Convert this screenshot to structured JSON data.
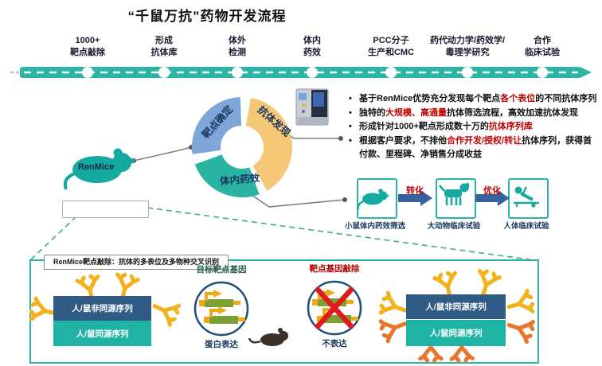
{
  "title": "“千鼠万抗”药物开发流程",
  "timeline": {
    "milestones": [
      {
        "line1": "1000+",
        "line2": "靶点敲除"
      },
      {
        "line1": "形成",
        "line2": "抗体库"
      },
      {
        "line1": "体外",
        "line2": "检测"
      },
      {
        "line1": "体内",
        "line2": "药效"
      },
      {
        "line1": "PCC分子",
        "line2": "生产和CMC"
      },
      {
        "line1": "药代动力学/药效学/",
        "line2": "毒理学研究"
      },
      {
        "line1": "合作",
        "line2": "临床试验"
      }
    ]
  },
  "donut": {
    "segments": [
      {
        "label": "靶点确定",
        "color": "#7EA6D8"
      },
      {
        "label": "抗体发现",
        "color": "#F5C878"
      },
      {
        "label": "体内药效",
        "color": "#29B3A2"
      }
    ]
  },
  "mouse_label": "RenMice",
  "bullets": [
    {
      "parts": [
        {
          "t": "基于RenMice优势充分发现每个靶点",
          "h": false
        },
        {
          "t": "各个表位",
          "h": true
        },
        {
          "t": "的不同抗体序列",
          "h": false
        }
      ]
    },
    {
      "parts": [
        {
          "t": "独特的",
          "h": false
        },
        {
          "t": "大规模、高通量",
          "h": true
        },
        {
          "t": "抗体筛选流程，高效加速抗体发现",
          "h": false
        }
      ]
    },
    {
      "parts": [
        {
          "t": "形成针对1000+靶点形成数十万的",
          "h": false
        },
        {
          "t": "抗体序列库",
          "h": true
        }
      ]
    },
    {
      "parts": [
        {
          "t": "根据客户要求，不排他",
          "h": false
        },
        {
          "t": "合作开发/授权/转让",
          "h": true
        },
        {
          "t": "抗体序列，获得首付款、里程碑、净销售分成收益",
          "h": false
        }
      ]
    }
  ],
  "pipeline": {
    "steps": [
      {
        "label": "小鼠体内药效筛选",
        "icon": "mouse-icon"
      },
      {
        "label": "大动物临床试验",
        "icon": "dog-icon"
      },
      {
        "label": "人体临床试验",
        "icon": "patient-icon"
      }
    ],
    "arrows": [
      {
        "label": "转化"
      },
      {
        "label": "优化"
      }
    ]
  },
  "panel": {
    "header": "RenMice靶点敲除：抗体的多表位及多物种交叉识别",
    "left_group": {
      "bars": [
        {
          "label": "人/鼠非同源序列",
          "color": "#2F5B84"
        },
        {
          "label": "人/鼠同源序列",
          "color": "#1FB3A5"
        }
      ]
    },
    "right_group": {
      "bars": [
        {
          "label": "人/鼠非同源序列",
          "color": "#2F5B84"
        },
        {
          "label": "人/鼠同源序列",
          "color": "#1FB3A5"
        }
      ]
    },
    "circle_expressed": {
      "title": "目标靶点基因",
      "caption": "蛋白表达"
    },
    "circle_knockout": {
      "title": "靶点基因敲除",
      "caption": "不表达"
    }
  },
  "colors": {
    "accent_teal": "#2BB3A3",
    "highlight_red": "#C00000",
    "navy": "#17365D",
    "antibody_yellow": "#F3B11C",
    "antibody_orange": "#E8762C"
  }
}
